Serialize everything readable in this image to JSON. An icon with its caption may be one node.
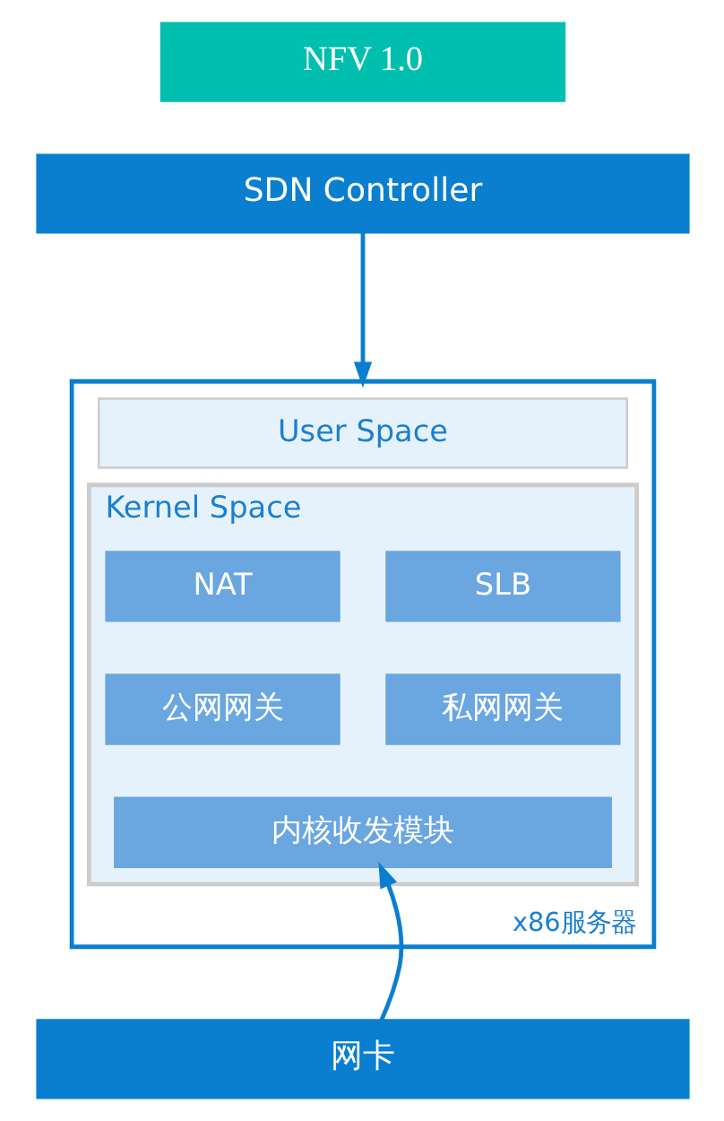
{
  "diagram": {
    "nodes": [
      {
        "text": [
          "NFV 1.0"
        ]
      },
      {
        "text": [
          "SDN Controller"
        ]
      },
      {
        "text": [
          "x86服务器"
        ]
      },
      {
        "text": [
          "User Space"
        ],
        "in": 2
      },
      {
        "text": [
          "Kernel Space"
        ],
        "in": 2
      },
      {
        "text": [
          "SLB"
        ],
        "in": 4
      },
      {
        "text": [
          "NAT"
        ],
        "in": 4
      },
      {
        "text": [
          "私网网关"
        ],
        "in": 4
      },
      {
        "text": [
          "公网网关"
        ],
        "in": 4
      },
      {
        "text": [
          "内核收发模块"
        ],
        "in": 4
      },
      {
        "text": [
          "网卡"
        ]
      }
    ],
    "edges": [
      {
        "from": 1,
        "to": 2,
        "arrow": "to"
      },
      {
        "from": 10,
        "to": 9,
        "arrow": "to"
      }
    ]
  }
}
